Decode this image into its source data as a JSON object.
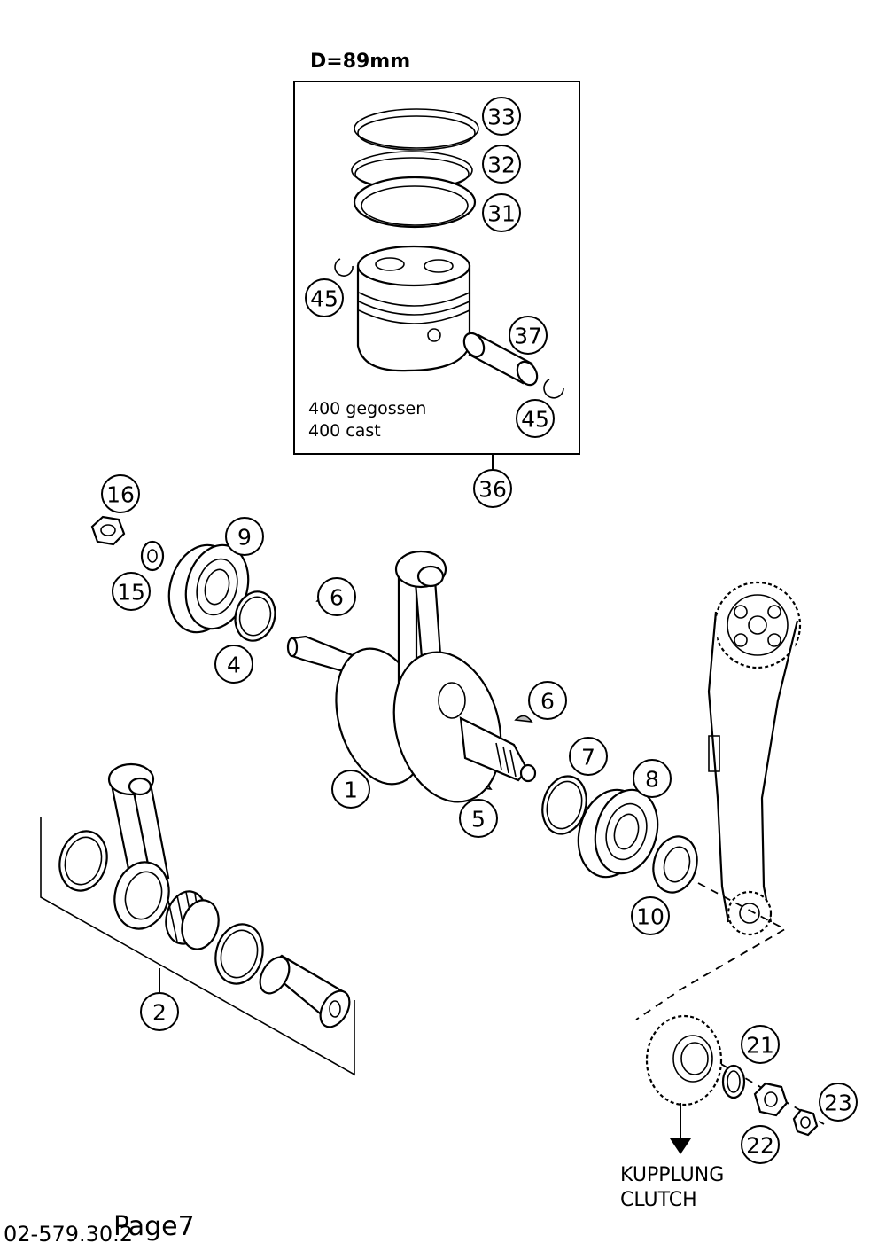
{
  "header": {
    "bore_label": "D=89mm"
  },
  "piston_box": {
    "line1": "400 gegossen",
    "line2": "400 cast"
  },
  "clutch_note": {
    "line1": "KUPPLUNG",
    "line2": "CLUTCH"
  },
  "footer": {
    "page_label": "Page7",
    "drawing_number": "02-579.30.2"
  },
  "callouts": {
    "c33": "33",
    "c32": "32",
    "c31": "31",
    "c45a": "45",
    "c37": "37",
    "c45b": "45",
    "c36": "36",
    "c16": "16",
    "c9": "9",
    "c15": "15",
    "c4": "4",
    "c6a": "6",
    "c6b": "6",
    "c7": "7",
    "c8": "8",
    "c1": "1",
    "c5": "5",
    "c10": "10",
    "c2": "2",
    "c21": "21",
    "c23": "23",
    "c22": "22"
  }
}
